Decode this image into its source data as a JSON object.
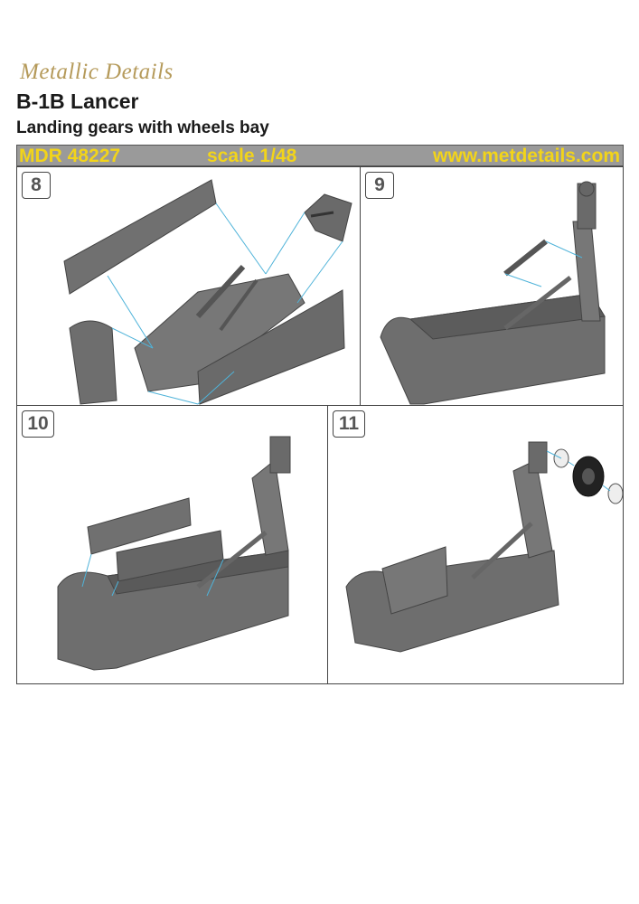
{
  "brand": "Metallic Details",
  "title": "B-1B Lancer",
  "subtitle": "Landing gears with wheels bay",
  "bar": {
    "code": "MDR 48227",
    "scale": "scale 1/48",
    "url": "www.metdetails.com"
  },
  "steps": [
    "8",
    "9",
    "10",
    "11"
  ],
  "colors": {
    "brand_gold": "#b59a5a",
    "bar_bg": "#9a9a9a",
    "bar_text": "#f2d41a",
    "part_gray": "#6e6e6e",
    "guide_line": "#4fb3d9"
  }
}
